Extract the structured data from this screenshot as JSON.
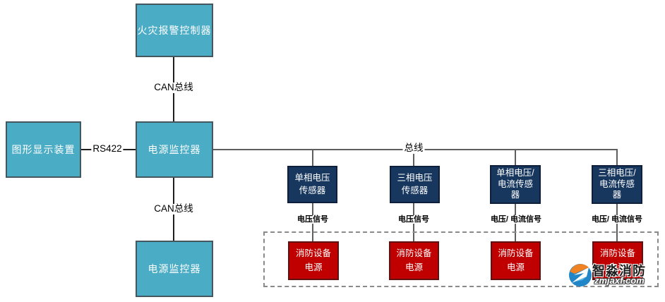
{
  "nodes": {
    "fire_alarm_controller": {
      "lines": [
        "火灾报警控制器"
      ]
    },
    "graphic_display": {
      "lines": [
        "图形显示装置"
      ]
    },
    "power_monitor_top": {
      "lines": [
        "电源监控器"
      ]
    },
    "power_monitor_bottom": {
      "lines": [
        "电源监控器"
      ]
    },
    "sensor_single_voltage": {
      "lines": [
        "单相电压",
        "传感器"
      ]
    },
    "sensor_three_voltage": {
      "lines": [
        "三相电压",
        "传感器"
      ]
    },
    "sensor_single_vc": {
      "lines": [
        "单相电压/",
        "电流传感",
        "器"
      ]
    },
    "sensor_three_vc": {
      "lines": [
        "三相电压/",
        "电流传感",
        "器"
      ]
    },
    "fire_power_1": {
      "lines": [
        "消防设备",
        "电源"
      ]
    },
    "fire_power_2": {
      "lines": [
        "消防设备",
        "电源"
      ]
    },
    "fire_power_3": {
      "lines": [
        "消防设备",
        "电源"
      ]
    },
    "fire_power_4": {
      "lines": [
        "消防设备",
        "电源"
      ]
    }
  },
  "edge_labels": {
    "can_bus_top": "CAN总线",
    "rs422": "RS422",
    "can_bus_bottom": "CAN总线",
    "bus": "总线",
    "signal_1": "电压信号",
    "signal_2": "电压信号",
    "signal_3": "电压/ 电流信号",
    "signal_4": "电压/ 电流信号"
  },
  "watermark": {
    "brand": "智淼消防",
    "url": "zmjaxf.com"
  },
  "colors": {
    "teal_fill": "#4bacc6",
    "navy_fill": "#17375e",
    "red_fill": "#c00000",
    "line_dark": "#1f1f1f",
    "line_gray": "#5f5f5f",
    "dash_border": "#8a8a8a"
  }
}
